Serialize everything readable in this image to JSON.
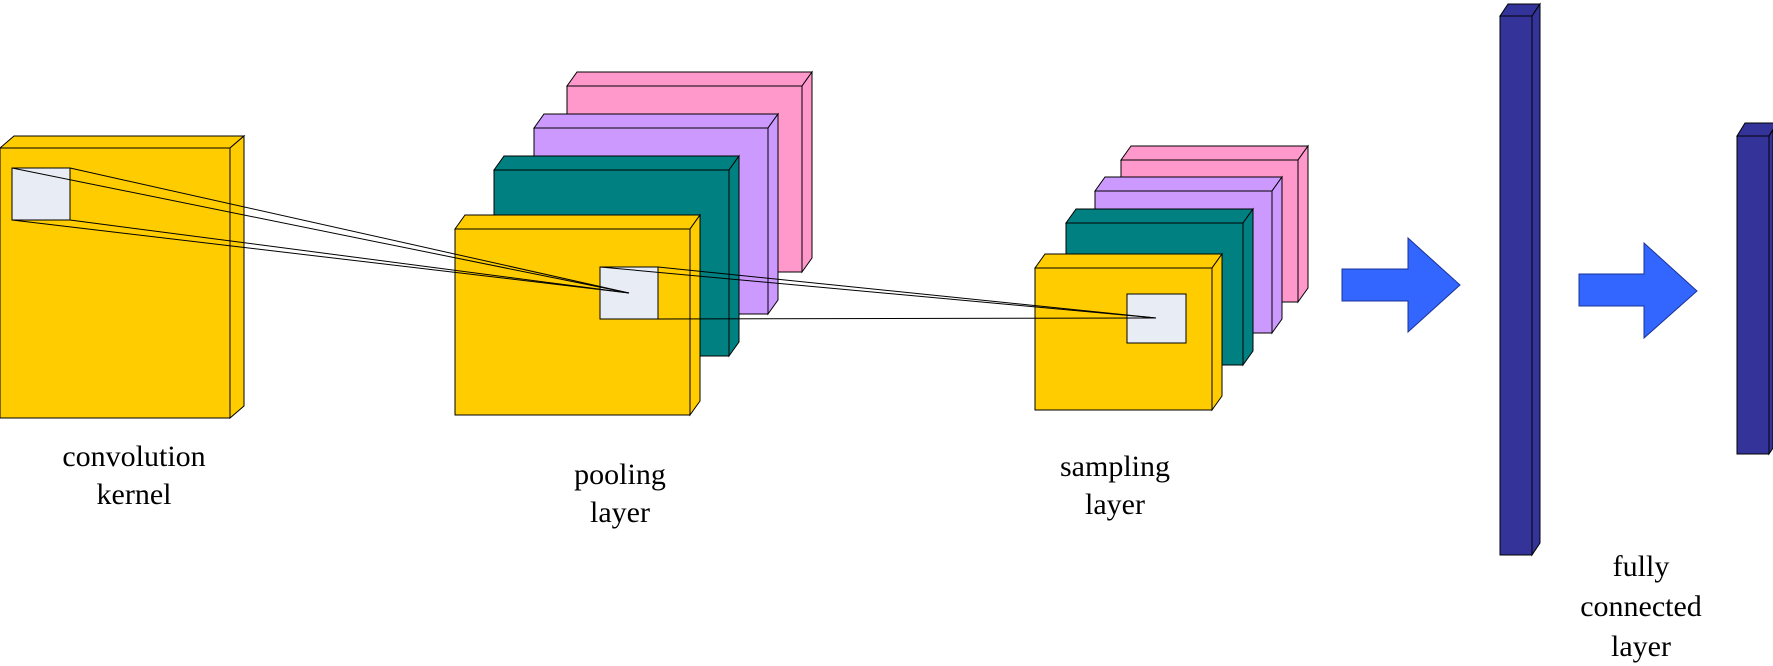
{
  "labels": {
    "convolution": [
      "convolution",
      "kernel"
    ],
    "pooling": [
      "pooling",
      "layer"
    ],
    "sampling": [
      "sampling",
      "layer"
    ],
    "fully_connected": [
      "fully",
      "connected",
      "layer"
    ]
  },
  "colors": {
    "yellow": "#FFCC00",
    "teal": "#008080",
    "purple": "#CC99FF",
    "pink": "#FF99CC",
    "navy": "#333399",
    "kernel_window": "#E8ECF4",
    "arrow": "#3366FF",
    "outline": "#000000"
  }
}
